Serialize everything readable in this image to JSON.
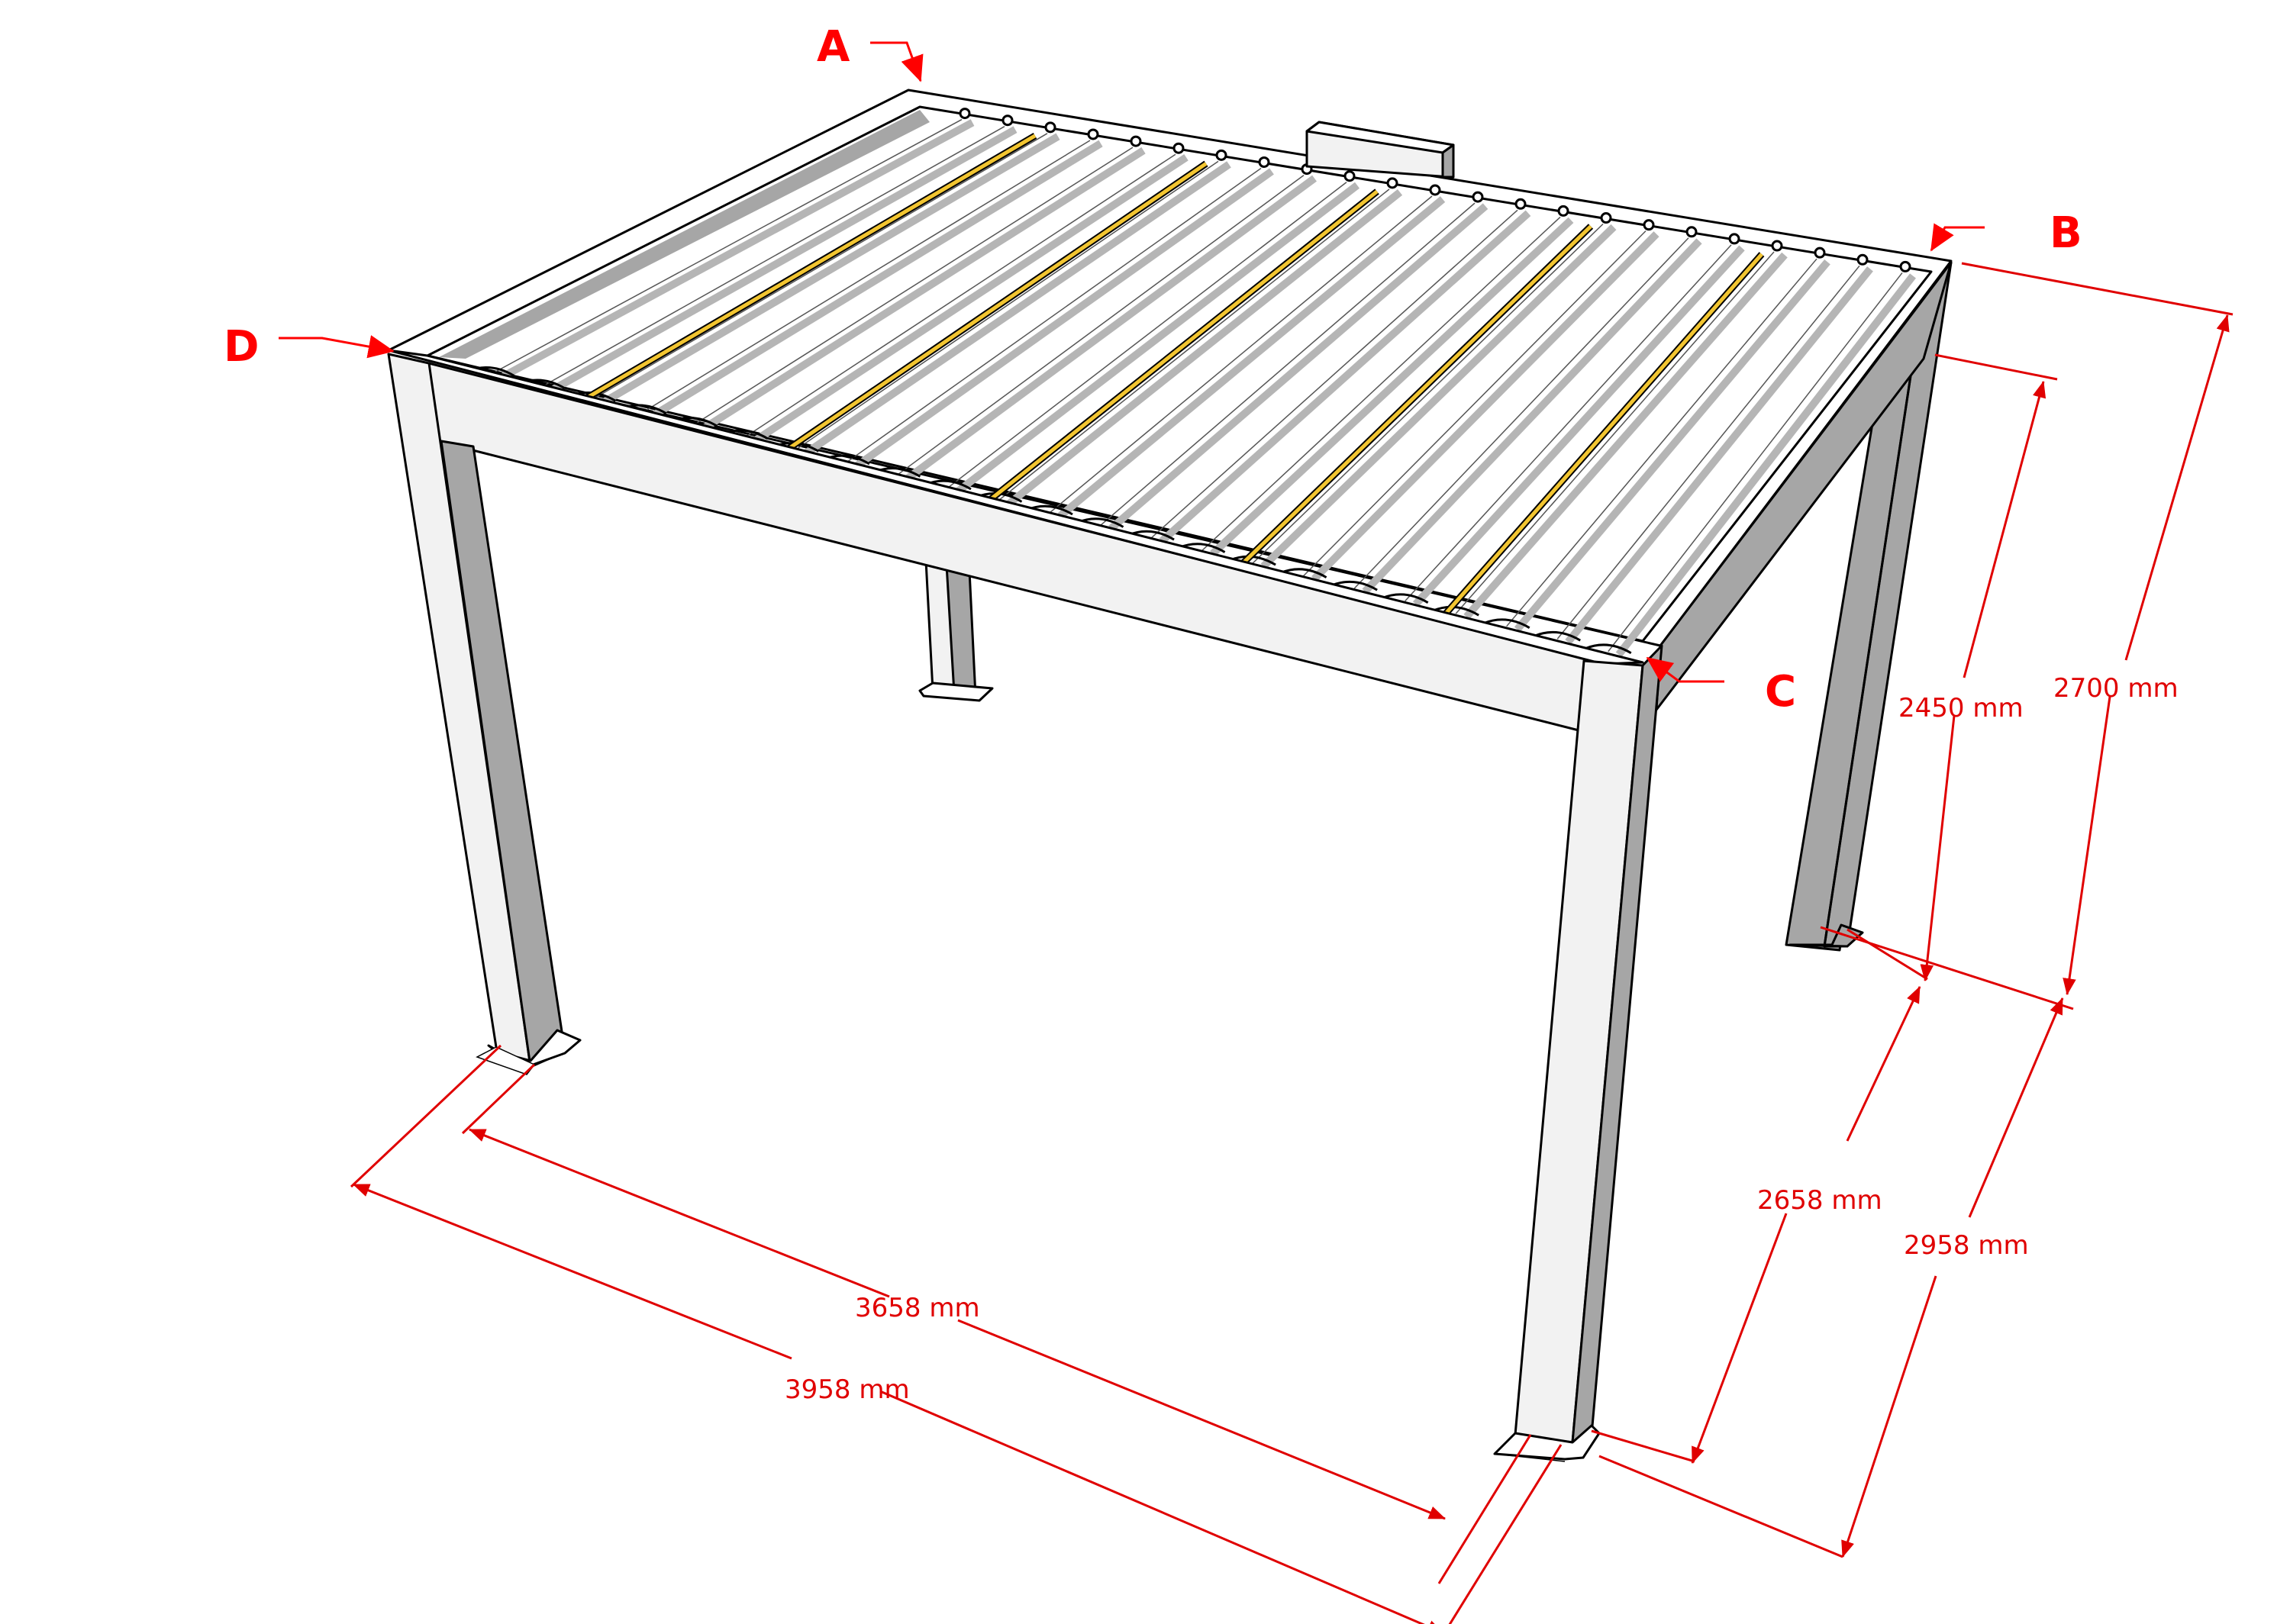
{
  "diagram": {
    "subject": "Louvered aluminium pergola with dimensions",
    "colors": {
      "annotation": "#e00000",
      "corner_label": "#ff0000",
      "frame_light": "#f2f2f2",
      "frame_shade": "#a6a6a6",
      "highlight_slat": "#f2c531",
      "outline": "#000000"
    },
    "corner_labels": [
      {
        "id": "A",
        "text": "A",
        "position": "back-left roof corner"
      },
      {
        "id": "B",
        "text": "B",
        "position": "back-right roof corner"
      },
      {
        "id": "C",
        "text": "C",
        "position": "front-right roof corner"
      },
      {
        "id": "D",
        "text": "D",
        "position": "front-left roof corner"
      }
    ],
    "dimensions": {
      "inner_length": {
        "text": "3658 mm",
        "value": 3658,
        "unit": "mm"
      },
      "outer_length": {
        "text": "3958 mm",
        "value": 3958,
        "unit": "mm"
      },
      "inner_width": {
        "text": "2658 mm",
        "value": 2658,
        "unit": "mm"
      },
      "outer_width": {
        "text": "2958 mm",
        "value": 2958,
        "unit": "mm"
      },
      "clear_height": {
        "text": "2450 mm",
        "value": 2450,
        "unit": "mm"
      },
      "total_height": {
        "text": "2700 mm",
        "value": 2700,
        "unit": "mm"
      }
    },
    "components": {
      "slat_count": 23,
      "highlighted_slats": 5,
      "posts": 4,
      "motor_housing": true
    }
  }
}
